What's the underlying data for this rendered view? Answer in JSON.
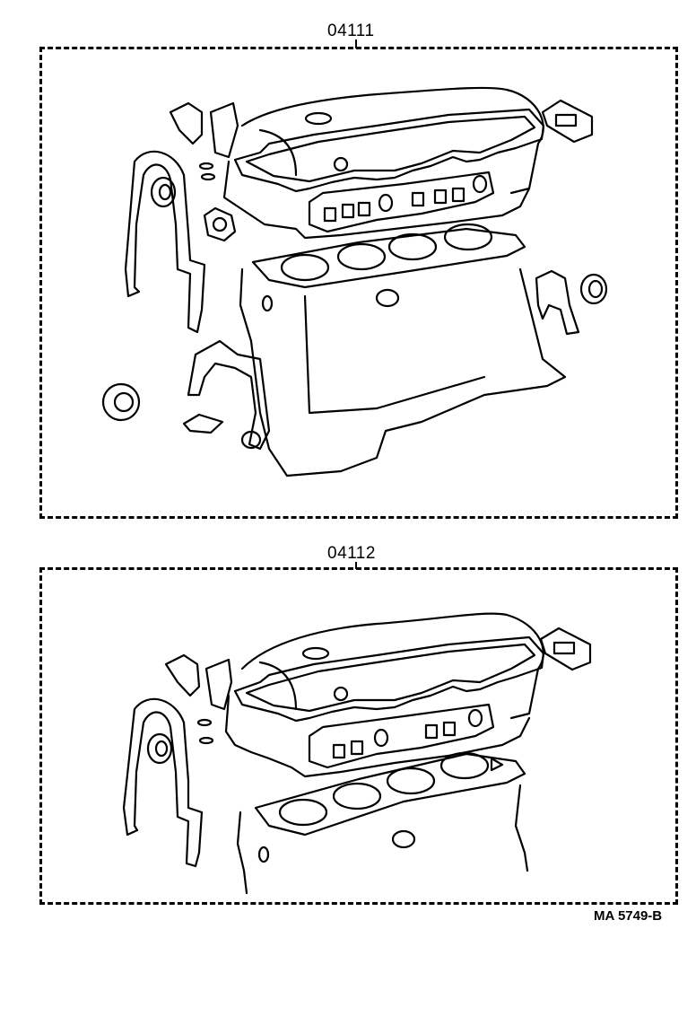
{
  "panels": [
    {
      "part_number": "04111"
    },
    {
      "part_number": "04112"
    }
  ],
  "drawing_code": "MA 5749-B",
  "colors": {
    "line": "#000000",
    "background": "#ffffff"
  }
}
